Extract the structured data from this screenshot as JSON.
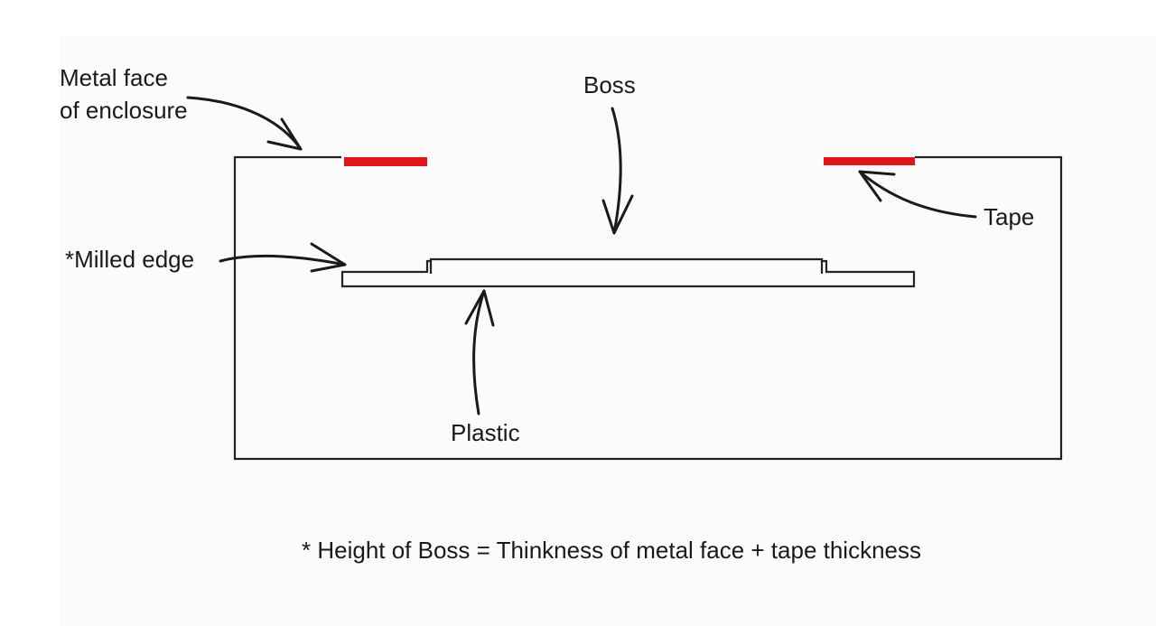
{
  "labels": {
    "metal_face_line1": "Metal face",
    "metal_face_line2": "of enclosure",
    "boss": "Boss",
    "tape": "Tape",
    "milled_edge": "*Milled edge",
    "plastic": "Plastic"
  },
  "footnote": "* Height of Boss = Thinkness of metal face + tape thickness",
  "colors": {
    "tape": "#e0141b",
    "outline": "#222222",
    "background": "#fbfbfb"
  }
}
